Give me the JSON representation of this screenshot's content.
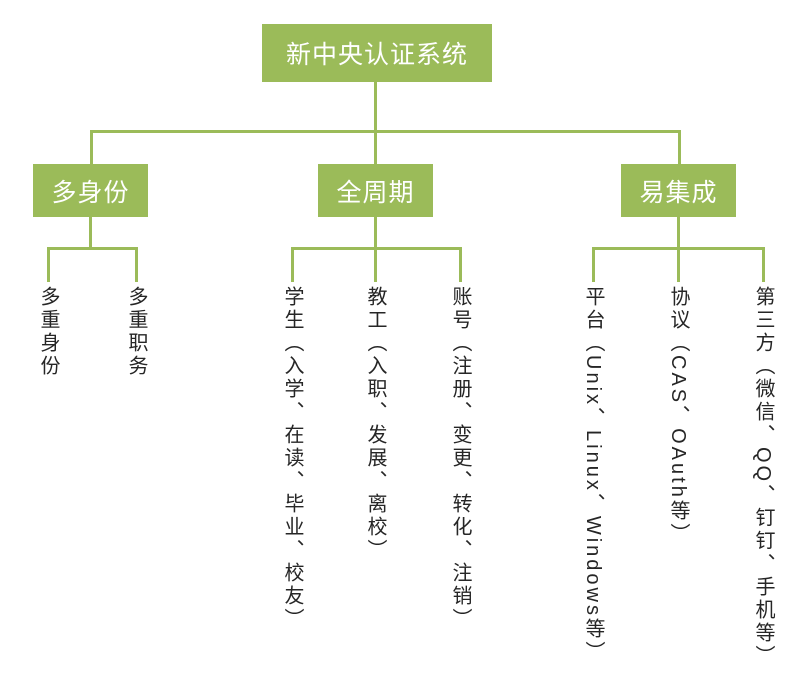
{
  "diagram": {
    "root": {
      "label": "新中央认证系统"
    },
    "branches": [
      {
        "label": "多身份",
        "children": [
          {
            "label": "多重身份"
          },
          {
            "label": "多重职务"
          }
        ]
      },
      {
        "label": "全周期",
        "children": [
          {
            "label": "学生（入学、在读、毕业、校友）"
          },
          {
            "label": "教工（入职、发展、离校）"
          },
          {
            "label": "账号（注册、变更、转化、注销）"
          }
        ]
      },
      {
        "label": "易集成",
        "children": [
          {
            "label": "平台（Unix、Linux、Windows等）"
          },
          {
            "label": "协议（CAS、OAuth等）"
          },
          {
            "label": "第三方（微信、QQ、钉钉、手机等）"
          }
        ]
      }
    ],
    "colors": {
      "node_fill": "#9BBB59",
      "connector": "#9BBB59",
      "node_text": "#FFFFFF",
      "leaf_text": "#262626"
    }
  }
}
